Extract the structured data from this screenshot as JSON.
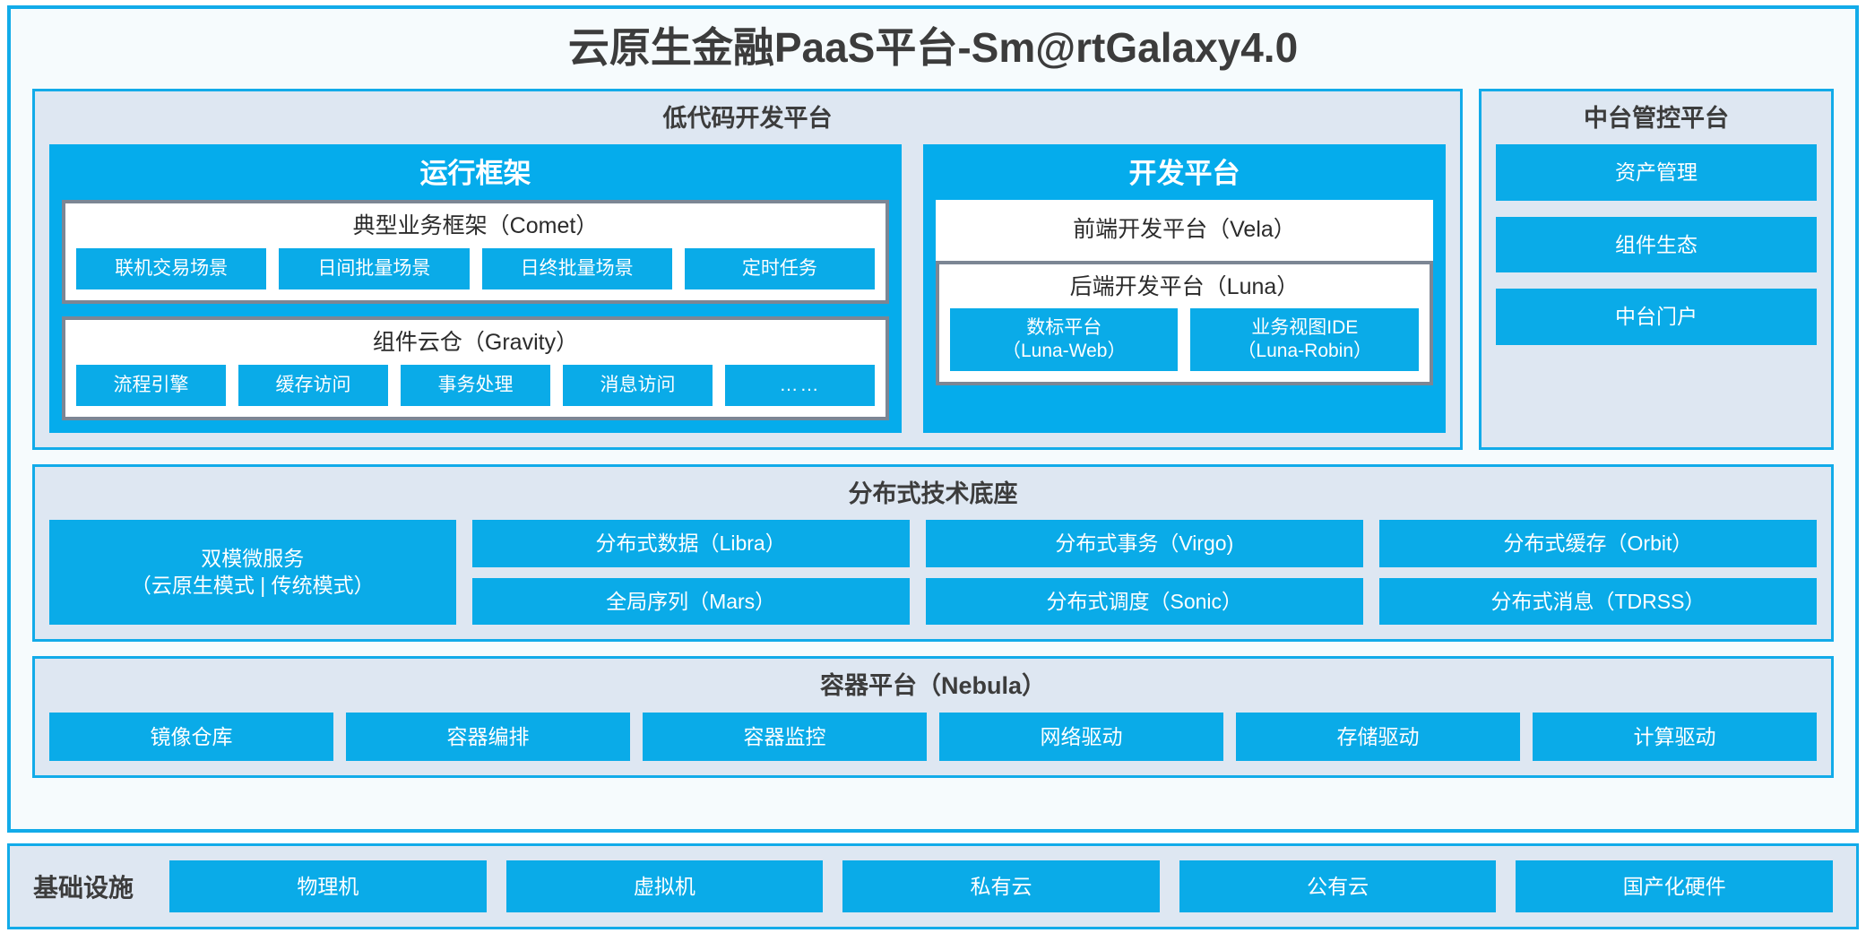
{
  "title": "云原生金融PaaS平台-Sm@rtGalaxy4.0",
  "colors": {
    "accent_blue": "#0aabe8",
    "border_blue": "#12abe9",
    "panel_bg": "#dee7f2",
    "page_bg": "#f6fbfd",
    "card_border_grey": "#7c8694"
  },
  "lowcode": {
    "title": "低代码开发平台",
    "runtime": {
      "title": "运行框架",
      "comet": {
        "title": "典型业务框架（Comet）",
        "items": [
          {
            "label": "联机交易场景"
          },
          {
            "label": "日间批量场景"
          },
          {
            "label": "日终批量场景"
          },
          {
            "label": "定时任务"
          }
        ]
      },
      "gravity": {
        "title": "组件云仓（Gravity）",
        "items": [
          {
            "label": "流程引擎"
          },
          {
            "label": "缓存访问"
          },
          {
            "label": "事务处理"
          },
          {
            "label": "消息访问"
          },
          {
            "label": "……"
          }
        ]
      }
    },
    "devplatform": {
      "title": "开发平台",
      "frontend": {
        "label": "前端开发平台（Vela）"
      },
      "backend": {
        "title": "后端开发平台（Luna）",
        "items": [
          {
            "line1": "数标平台",
            "line2": "（Luna-Web）"
          },
          {
            "line1": "业务视图IDE",
            "line2": "（Luna-Robin）"
          }
        ]
      }
    }
  },
  "midoffice": {
    "title": "中台管控平台",
    "items": [
      {
        "label": "资产管理"
      },
      {
        "label": "组件生态"
      },
      {
        "label": "中台门户"
      }
    ]
  },
  "techbase": {
    "title": "分布式技术底座",
    "wide": {
      "line1": "双模微服务",
      "line2": "（云原生模式 | 传统模式）"
    },
    "columns": [
      {
        "items": [
          {
            "label": "分布式数据（Libra）"
          },
          {
            "label": "全局序列（Mars）"
          }
        ]
      },
      {
        "items": [
          {
            "label": "分布式事务（Virgo)"
          },
          {
            "label": "分布式调度（Sonic）"
          }
        ]
      },
      {
        "items": [
          {
            "label": "分布式缓存（Orbit）"
          },
          {
            "label": "分布式消息（TDRSS）"
          }
        ]
      }
    ]
  },
  "container": {
    "title": "容器平台（Nebula）",
    "items": [
      {
        "label": "镜像仓库"
      },
      {
        "label": "容器编排"
      },
      {
        "label": "容器监控"
      },
      {
        "label": "网络驱动"
      },
      {
        "label": "存储驱动"
      },
      {
        "label": "计算驱动"
      }
    ]
  },
  "infrastructure": {
    "label": "基础设施",
    "items": [
      {
        "label": "物理机"
      },
      {
        "label": "虚拟机"
      },
      {
        "label": "私有云"
      },
      {
        "label": "公有云"
      },
      {
        "label": "国产化硬件"
      }
    ]
  }
}
